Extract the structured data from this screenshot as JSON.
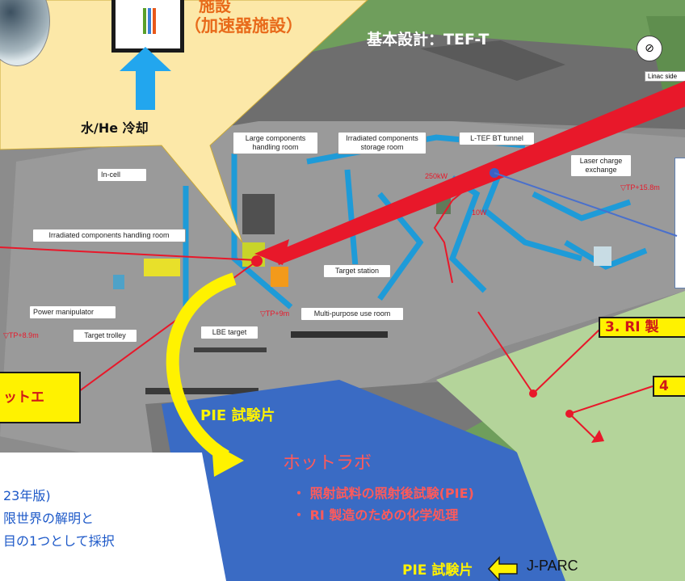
{
  "callout": {
    "title_partial": "施設",
    "title": "（加速器施設）",
    "cooling": "水/He 冷却"
  },
  "design_title": "基本設計：TEF-T",
  "compass_label": "Linac side",
  "rooms": {
    "large_components": "Large components handling room",
    "irradiated_storage": "Irradiated components storage room",
    "lteF_tunnel": "L-TEF BT tunnel",
    "laser": "Laser charge exchange",
    "in_cell": "In-cell",
    "irradiated_handling": "Irradiated components handling room",
    "target_station": "Target station",
    "power_manip": "Power manipulator",
    "multi_purpose": "Multi-purpose use room",
    "target_trolley": "Target trolley",
    "lbe_target": "LBE target"
  },
  "levels": {
    "tp16": "▽TP+15.8m",
    "tp9_left": "▽TP+8.9m",
    "tp9_mid": "▽TP+9m",
    "kw250": "250kW",
    "w10": "10W"
  },
  "pie_label": "PIE 試験片",
  "hotlab": {
    "title": "ホットラボ",
    "items": [
      "照射試料の照射後試験(PIE)",
      "RI 製造のための化学処理"
    ]
  },
  "pie_bottom": "PIE 試験片",
  "jparc": "J-PARC",
  "numbered": {
    "n3": "3. RI 製",
    "n4": "4"
  },
  "left_box": "ットエ",
  "left_text": {
    "line1": "23年版)",
    "line2": "限世界の解明と",
    "line3": "目の1つとして採択"
  },
  "colors": {
    "accent_red": "#e8182a",
    "hotlab_blue": "#3a6bc4",
    "pale_green": "#b4d49a",
    "callout_yellow": "#fce8a8",
    "arrow_yellow": "#fff200",
    "arrow_cyan": "#22a6ee"
  }
}
